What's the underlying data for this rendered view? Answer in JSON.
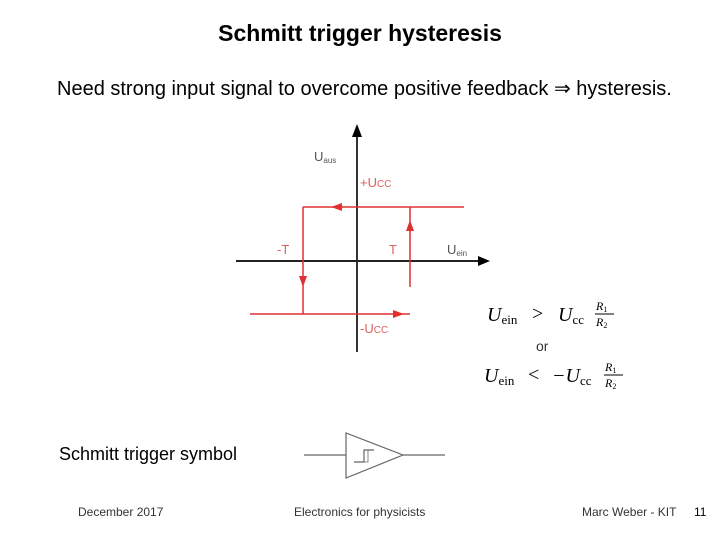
{
  "slide": {
    "title": "Schmitt trigger hysteresis",
    "body": "Need strong input signal to overcome positive feedback ⇒ hysteresis.",
    "symbol_label": "Schmitt trigger symbol"
  },
  "diagram": {
    "y_axis_label": "U",
    "y_axis_sub": "aus",
    "x_axis_label": "U",
    "x_axis_sub": "ein",
    "pos_supply": "+U",
    "pos_supply_sub": "CC",
    "neg_supply": "-U",
    "neg_supply_sub": "CC",
    "neg_threshold": "-T",
    "pos_threshold": "T",
    "curve_color": "#e03030",
    "axis_color": "#000000"
  },
  "conditions": {
    "cond1_lhs": "U",
    "cond1_lhs_sub": "ein",
    "cond1_op": ">",
    "cond1_rhs": "U",
    "cond1_rhs_sub": "cc",
    "frac_num": "R",
    "frac_num_sub": "1",
    "frac_den": "R",
    "frac_den_sub": "2",
    "or": "or",
    "cond2_lhs": "U",
    "cond2_lhs_sub": "ein",
    "cond2_op": "<",
    "cond2_rhs": "−U",
    "cond2_rhs_sub": "cc"
  },
  "footer": {
    "date": "December 2017",
    "course": "Electronics for physicists",
    "author": "Marc Weber - KIT",
    "page": "11"
  }
}
